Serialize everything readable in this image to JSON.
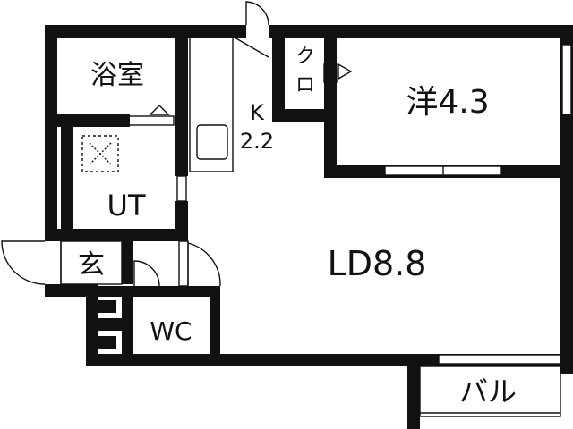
{
  "floorplan": {
    "rooms": [
      {
        "id": "bathroom",
        "label": "浴室"
      },
      {
        "id": "utility",
        "label": "UT"
      },
      {
        "id": "kitchen_type",
        "label": "K"
      },
      {
        "id": "kitchen_size",
        "label": "2.2"
      },
      {
        "id": "closet_1",
        "label": "ク"
      },
      {
        "id": "closet_2",
        "label": "ロ"
      },
      {
        "id": "western_room",
        "label": "洋4.3"
      },
      {
        "id": "entrance",
        "label": "玄"
      },
      {
        "id": "toilet",
        "label": "WC"
      },
      {
        "id": "living_dining",
        "label": "LD8.8"
      },
      {
        "id": "balcony",
        "label": "バル"
      }
    ]
  }
}
